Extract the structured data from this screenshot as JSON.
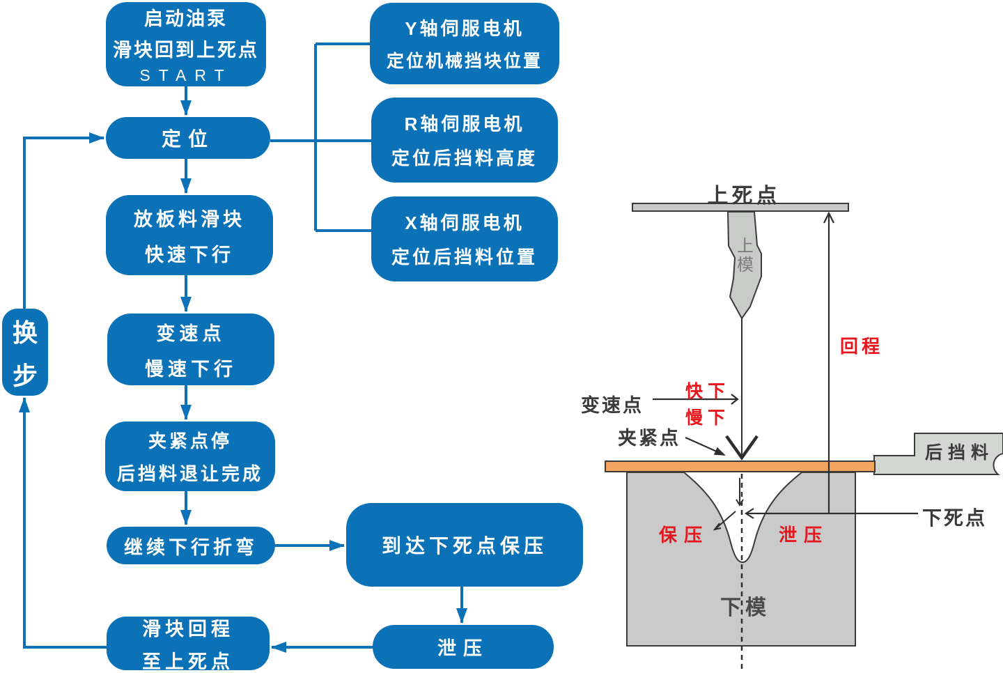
{
  "flow": {
    "start": {
      "line1": "启动油泵",
      "line2": "滑块回到上死点",
      "line3": "START"
    },
    "positioning": {
      "line1": "定位"
    },
    "feed": {
      "line1": "放板料滑块",
      "line2": "快速下行"
    },
    "speed": {
      "line1": "变速点",
      "line2": "慢速下行"
    },
    "clamp": {
      "line1": "夹紧点停",
      "line2": "后挡料退让完成"
    },
    "bend": {
      "line1": "继续下行折弯"
    },
    "hold": {
      "line1": "到达下死点保压"
    },
    "release": {
      "line1": "泄压"
    },
    "return": {
      "line1": "滑块回程",
      "line2": "至上死点"
    },
    "step": {
      "line1": "换",
      "line2": "步"
    },
    "servo_y": {
      "line1": "Y轴伺服电机",
      "line2": "定位机械挡块位置"
    },
    "servo_r": {
      "line1": "R轴伺服电机",
      "line2": "定位后挡料高度"
    },
    "servo_x": {
      "line1": "X轴伺服电机",
      "line2": "定位后挡料位置"
    }
  },
  "diagram": {
    "top_dead_center": "上死点",
    "upper_die": {
      "char1": "上",
      "char2": "模"
    },
    "return_stroke": "回程",
    "speed_change_point": "变速点",
    "fast_down": "快下",
    "slow_down": "慢下",
    "clamp_point": "夹紧点",
    "back_gauge": "后挡料",
    "bottom_dead_center": "下死点",
    "pressure_hold": "保压",
    "pressure_release": "泄压",
    "lower_die": "下模"
  },
  "colors": {
    "flow_blue": "#0c72b8",
    "label_red": "#e6161c",
    "dark_text": "#3a3a3a",
    "sheet_orange": "#f1a55f",
    "die_gray": "#cacaca",
    "gauge_gray": "#d4d6d4",
    "punch_gray": "#c8cbc8"
  }
}
